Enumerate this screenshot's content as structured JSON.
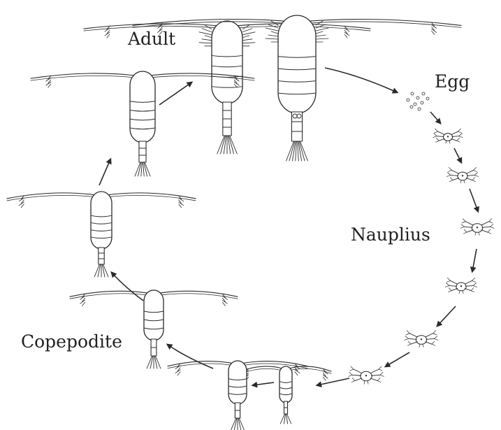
{
  "diagram": {
    "labels": {
      "adult": "Adult",
      "egg": "Egg",
      "nauplius": "Nauplius",
      "copepodite": "Copepodite"
    },
    "colors": {
      "ink": "#2a2a2a",
      "arrow": "#2a2a2a",
      "background": "#ffffff"
    }
  }
}
